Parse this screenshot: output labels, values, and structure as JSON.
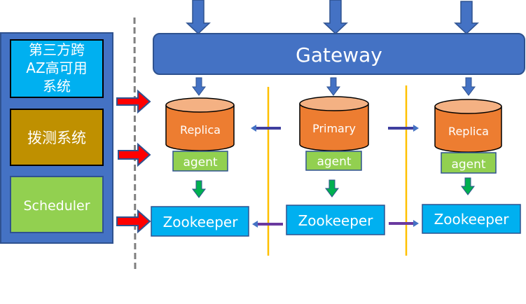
{
  "colors": {
    "blue": "#4472c4",
    "blue_dark": "#2f528f",
    "cyan": "#00b0f0",
    "gold": "#bf9000",
    "green": "#92d050",
    "orange": "#ed7d31",
    "orange_top": "#f4b183",
    "red": "#ff0000",
    "yellow_line": "#ffc000",
    "arrow_green": "#00b050",
    "arrow_purple": "#7030a0",
    "dash_gray": "#7f7f7f"
  },
  "left_panel": {
    "items": [
      {
        "label_lines": [
          "第三方跨",
          "AZ高可用",
          "系统"
        ],
        "name": "third-party-cross-az-ha-system"
      },
      {
        "label_lines": [
          "拨测系统"
        ],
        "name": "dial-test-system"
      },
      {
        "label_lines": [
          "Scheduler"
        ],
        "name": "scheduler"
      }
    ]
  },
  "gateway": {
    "label": "Gateway"
  },
  "columns": [
    {
      "db_label": "Replica",
      "agent_label": "agent",
      "zk_label": "Zookeeper",
      "name": "az1"
    },
    {
      "db_label": "Primary",
      "agent_label": "agent",
      "zk_label": "Zookeeper",
      "name": "az2"
    },
    {
      "db_label": "Replica",
      "agent_label": "agent",
      "zk_label": "Zookeeper",
      "name": "az3"
    }
  ]
}
